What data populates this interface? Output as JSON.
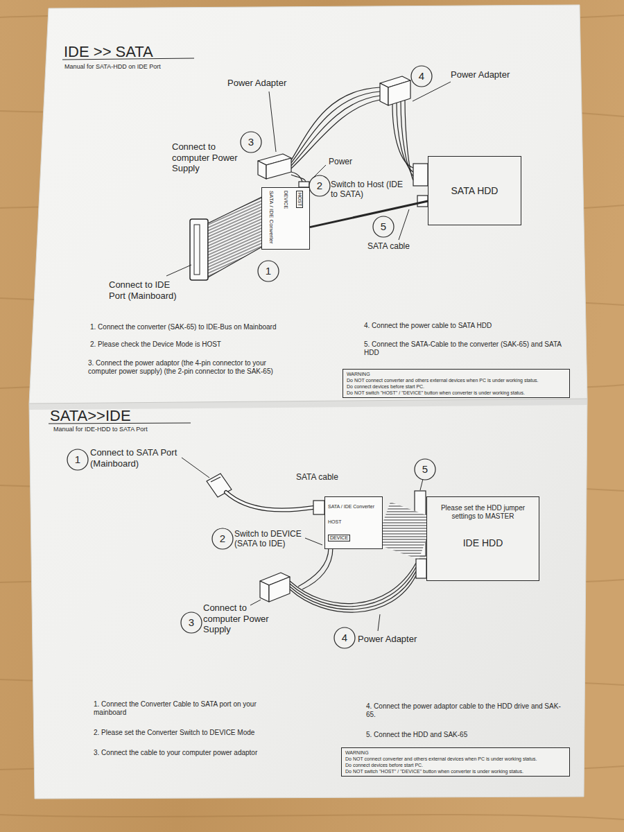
{
  "diagram": {
    "title": "IDE >> SATA",
    "nodes": [
      {
        "text": [
          "4"
        ]
      },
      {
        "text": [
          "3"
        ]
      },
      {
        "text": [
          "SATA HDD"
        ]
      },
      {
        "text": [
          "SATA / IDE Converter",
          "DEVICE",
          "HOST"
        ]
      },
      {
        "text": [
          "2"
        ]
      },
      {
        "text": [
          "5"
        ]
      },
      {
        "text": [
          "1"
        ]
      },
      {
        "text": [
          "WARNING",
          "Do NOT connect converter and others external devices when PC is under working status.",
          "Do connect devices before start PC.",
          "Do NOT switch \"HOST\" / \"DEVICE\" button when converter is under working status."
        ]
      },
      {
        "text": [
          "1"
        ]
      },
      {
        "text": [
          "5"
        ]
      },
      {
        "text": [
          "Please set the HDD jumper settings to MASTER",
          "IDE HDD"
        ]
      },
      {
        "text": [
          "SATA / IDE Converter",
          "HOST",
          "DEVICE"
        ]
      },
      {
        "text": [
          "2"
        ]
      },
      {
        "text": [
          "3"
        ]
      },
      {
        "text": [
          "4"
        ]
      },
      {
        "text": [
          "WARNING",
          "Do NOT connect converter and others external devices when PC is under working status.",
          "Do connect devices before start PC.",
          "Do NOT switch \"HOST\" / \"DEVICE\" button when converter is under working status."
        ]
      }
    ],
    "edges": [
      {
        "from": 3,
        "to": 2,
        "arrow": "none"
      },
      {
        "from": 11,
        "to": 10,
        "arrow": "none"
      }
    ],
    "labels": [
      "Manual for SATA-HDD on IDE Port",
      "Power Adapter",
      "Power Adapter",
      "Connect to computer Power Supply",
      "Power",
      "Switch to Host (IDE to SATA)",
      "SATA cable",
      "Connect to IDE Port (Mainboard)",
      "1. Connect the converter (SAK-65) to IDE-Bus on Mainboard",
      "2. Please check the Device Mode is HOST",
      "3. Connect the power adaptor (the 4-pin connector to your computer power supply) (the 2-pin connector to the SAK-65)",
      "4. Connect the power cable to SATA HDD",
      "5. Connect the SATA-Cable to the converter (SAK-65) and SATA HDD",
      "SATA>>IDE",
      "Manual for IDE-HDD to SATA Port",
      "Connect to SATA Port (Mainboard)",
      "SATA cable",
      "Switch to DEVICE (SATA to IDE)",
      "Connect to computer Power Supply",
      "Power Adapter",
      "1. Connect the Converter Cable to SATA port on your mainboard",
      "2. Please set the Converter Switch to DEVICE Mode",
      "3. Connect the cable to your computer power adaptor",
      "4. Connect the power adaptor cable to the HDD drive and SAK-65.",
      "5. Connect the HDD and SAK-65"
    ]
  }
}
